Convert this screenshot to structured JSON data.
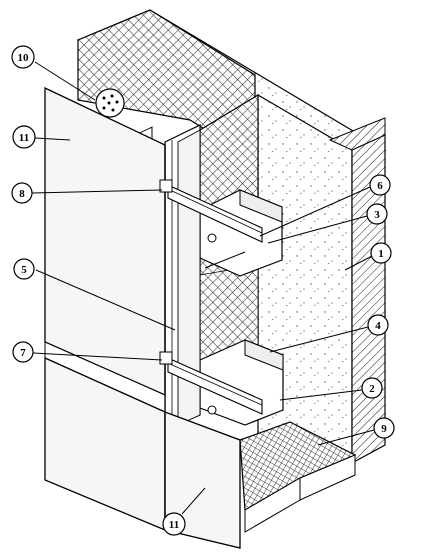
{
  "figure": {
    "description_free": true,
    "callouts": [
      {
        "id": "c1",
        "text": "1"
      },
      {
        "id": "c2",
        "text": "2"
      },
      {
        "id": "c3",
        "text": "3"
      },
      {
        "id": "c4",
        "text": "4"
      },
      {
        "id": "c5",
        "text": "5"
      },
      {
        "id": "c6",
        "text": "6"
      },
      {
        "id": "c7",
        "text": "7"
      },
      {
        "id": "c8",
        "text": "8"
      },
      {
        "id": "c9",
        "text": "9"
      },
      {
        "id": "c10",
        "text": "10"
      },
      {
        "id": "c11a",
        "text": "11"
      },
      {
        "id": "c11b",
        "text": "11"
      }
    ],
    "colors": {
      "ink": "#000000",
      "paper": "#ffffff",
      "panel": "#f4f4f4",
      "hatch": "#222222"
    }
  }
}
